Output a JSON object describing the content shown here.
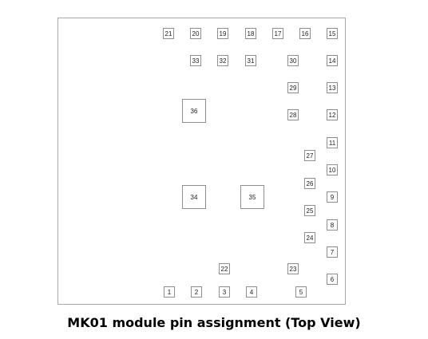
{
  "caption": "MK01 module pin assignment (Top View)",
  "pins": {
    "p1": "1",
    "p2": "2",
    "p3": "3",
    "p4": "4",
    "p5": "5",
    "p6": "6",
    "p7": "7",
    "p8": "8",
    "p9": "9",
    "p10": "10",
    "p11": "11",
    "p12": "12",
    "p13": "13",
    "p14": "14",
    "p15": "15",
    "p16": "16",
    "p17": "17",
    "p18": "18",
    "p19": "19",
    "p20": "20",
    "p21": "21",
    "p22": "22",
    "p23": "23",
    "p24": "24",
    "p25": "25",
    "p26": "26",
    "p27": "27",
    "p28": "28",
    "p29": "29",
    "p30": "30",
    "p31": "31",
    "p32": "32",
    "p33": "33"
  },
  "pads": {
    "p34": "34",
    "p35": "35",
    "p36": "36"
  }
}
